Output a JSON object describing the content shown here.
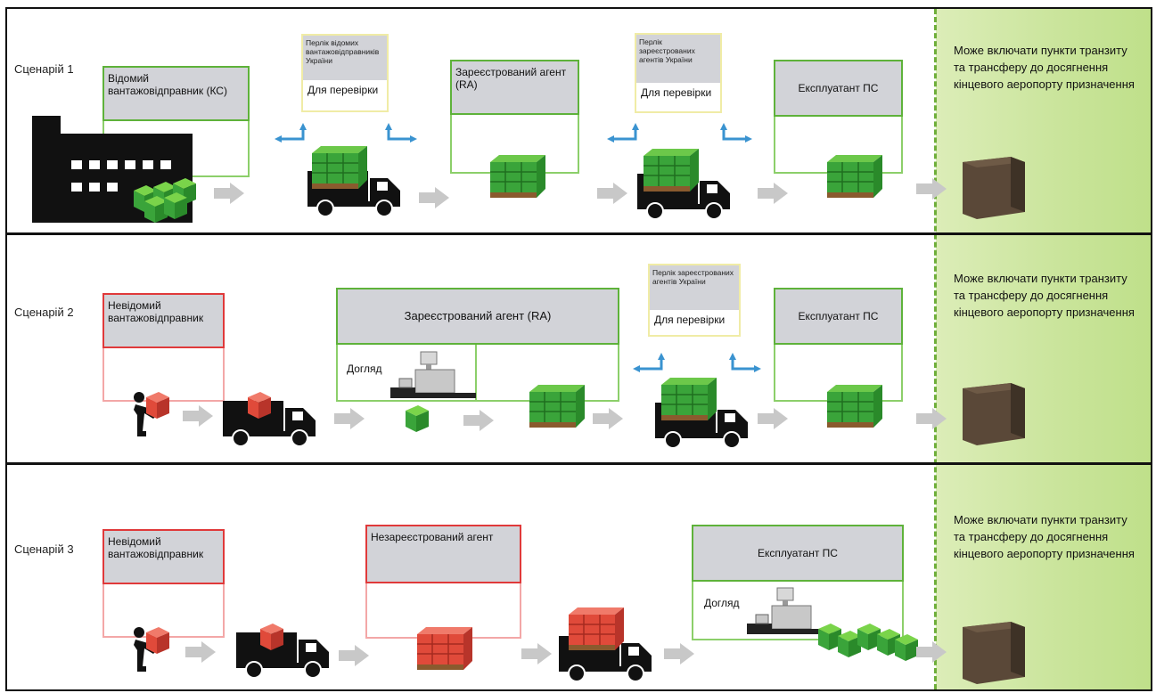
{
  "scenarios": [
    {
      "label": "Сценарій 1",
      "shipper": "Відомий вантажовідправник (КС)",
      "note1": {
        "title": "Перлік відомих вантажовідправників України",
        "check": "Для перевірки"
      },
      "agent": "Зареєстрований агент (RA)",
      "note2": {
        "title": "Перлік зареєстрованих агентів України",
        "check": "Для перевірки"
      },
      "operator": "Експлуатант ПС",
      "zone_text": "Може включати пункти транзиту та трансферу до досягнення кінцевого аеропорту призначення"
    },
    {
      "label": "Сценарій 2",
      "shipper": "Невідомий вантажовідправник",
      "agent": "Зареєстрований агент (RA)",
      "inspection": "Догляд",
      "note2": {
        "title": "Перлік зареєстрованих агентів України",
        "check": "Для перевірки"
      },
      "operator": "Експлуатант ПС",
      "zone_text": "Може включати пункти транзиту та трансферу до досягнення кінцевого аеропорту призначення"
    },
    {
      "label": "Сценарій 3",
      "shipper": "Невідомий вантажовідправник",
      "agent": "Незареєстрований агент",
      "operator": "Експлуатант ПС",
      "inspection": "Догляд",
      "zone_text": "Може включати пункти транзиту та трансферу до досягнення кінцевого аеропорту призначення"
    }
  ],
  "colors": {
    "known": "#5eb23a",
    "unknown": "#e0393a",
    "zone": "#c9e49a",
    "cargo_green": "#3aa43a",
    "cargo_red": "#e04a3a",
    "arrow": "#c8c8c8",
    "check_arrow": "#3a93d0"
  },
  "icons": [
    "factory-icon",
    "truck-icon",
    "pallet-icon",
    "person-icon",
    "xray-scanner-icon",
    "airplane-icon",
    "arrow-right-icon",
    "check-arrow-icon"
  ]
}
